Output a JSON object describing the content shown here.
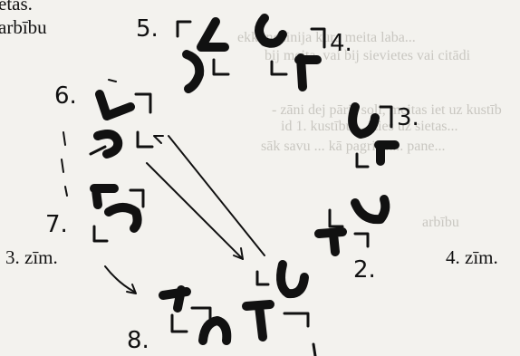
{
  "printed_text": {
    "top_left_line_1": "etas.",
    "top_left_line_2": "arbību",
    "figure_3_caption": "3. zīm.",
    "figure_4_caption": "4. zīm."
  },
  "bleed_through_text": {
    "line_1": "ekki nezinija kura meita laba...",
    "line_2": "bij meita, vai bij sievietes vai citādi",
    "line_3": "- zāni dej pāris soli, meitas iet uz kustīb",
    "line_4": "id 1. kustību... izies uz sietas...",
    "line_5": "sāk savu ... kā pagriezt... pane...",
    "line_6": "arbību"
  },
  "figure": {
    "position_labels": [
      "2.",
      "3.",
      "4.",
      "5.",
      "6.",
      "7.",
      "8."
    ]
  },
  "colors": {
    "ink": "#111111",
    "paper": "#f3f2ee",
    "bleed": "#c9c7c1"
  }
}
